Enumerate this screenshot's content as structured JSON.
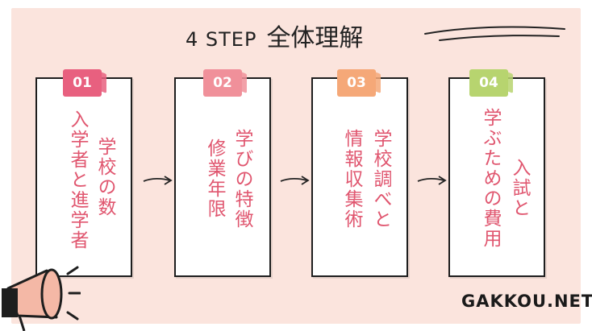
{
  "title": {
    "step": "4 STEP",
    "main": "全体理解"
  },
  "steps": [
    {
      "num": "01",
      "color": "#e8607f",
      "line1": "学校の数",
      "line2": "入学者と進学者"
    },
    {
      "num": "02",
      "color": "#f0909a",
      "line1": "学びの特徴",
      "line2": "修業年限"
    },
    {
      "num": "03",
      "color": "#f5a878",
      "line1": "学校調べと",
      "line2": "情報収集術"
    },
    {
      "num": "04",
      "color": "#b7d46f",
      "line1": "入試と",
      "line2": "学ぶための費用"
    }
  ],
  "brand": "GAKKOU.NET",
  "icons": {
    "arrow": "arrow-right-icon",
    "megaphone": "megaphone-icon",
    "swoosh": "swoosh-decoration"
  },
  "colors": {
    "background": "#fbe4dd",
    "text_accent": "#e0566f"
  }
}
